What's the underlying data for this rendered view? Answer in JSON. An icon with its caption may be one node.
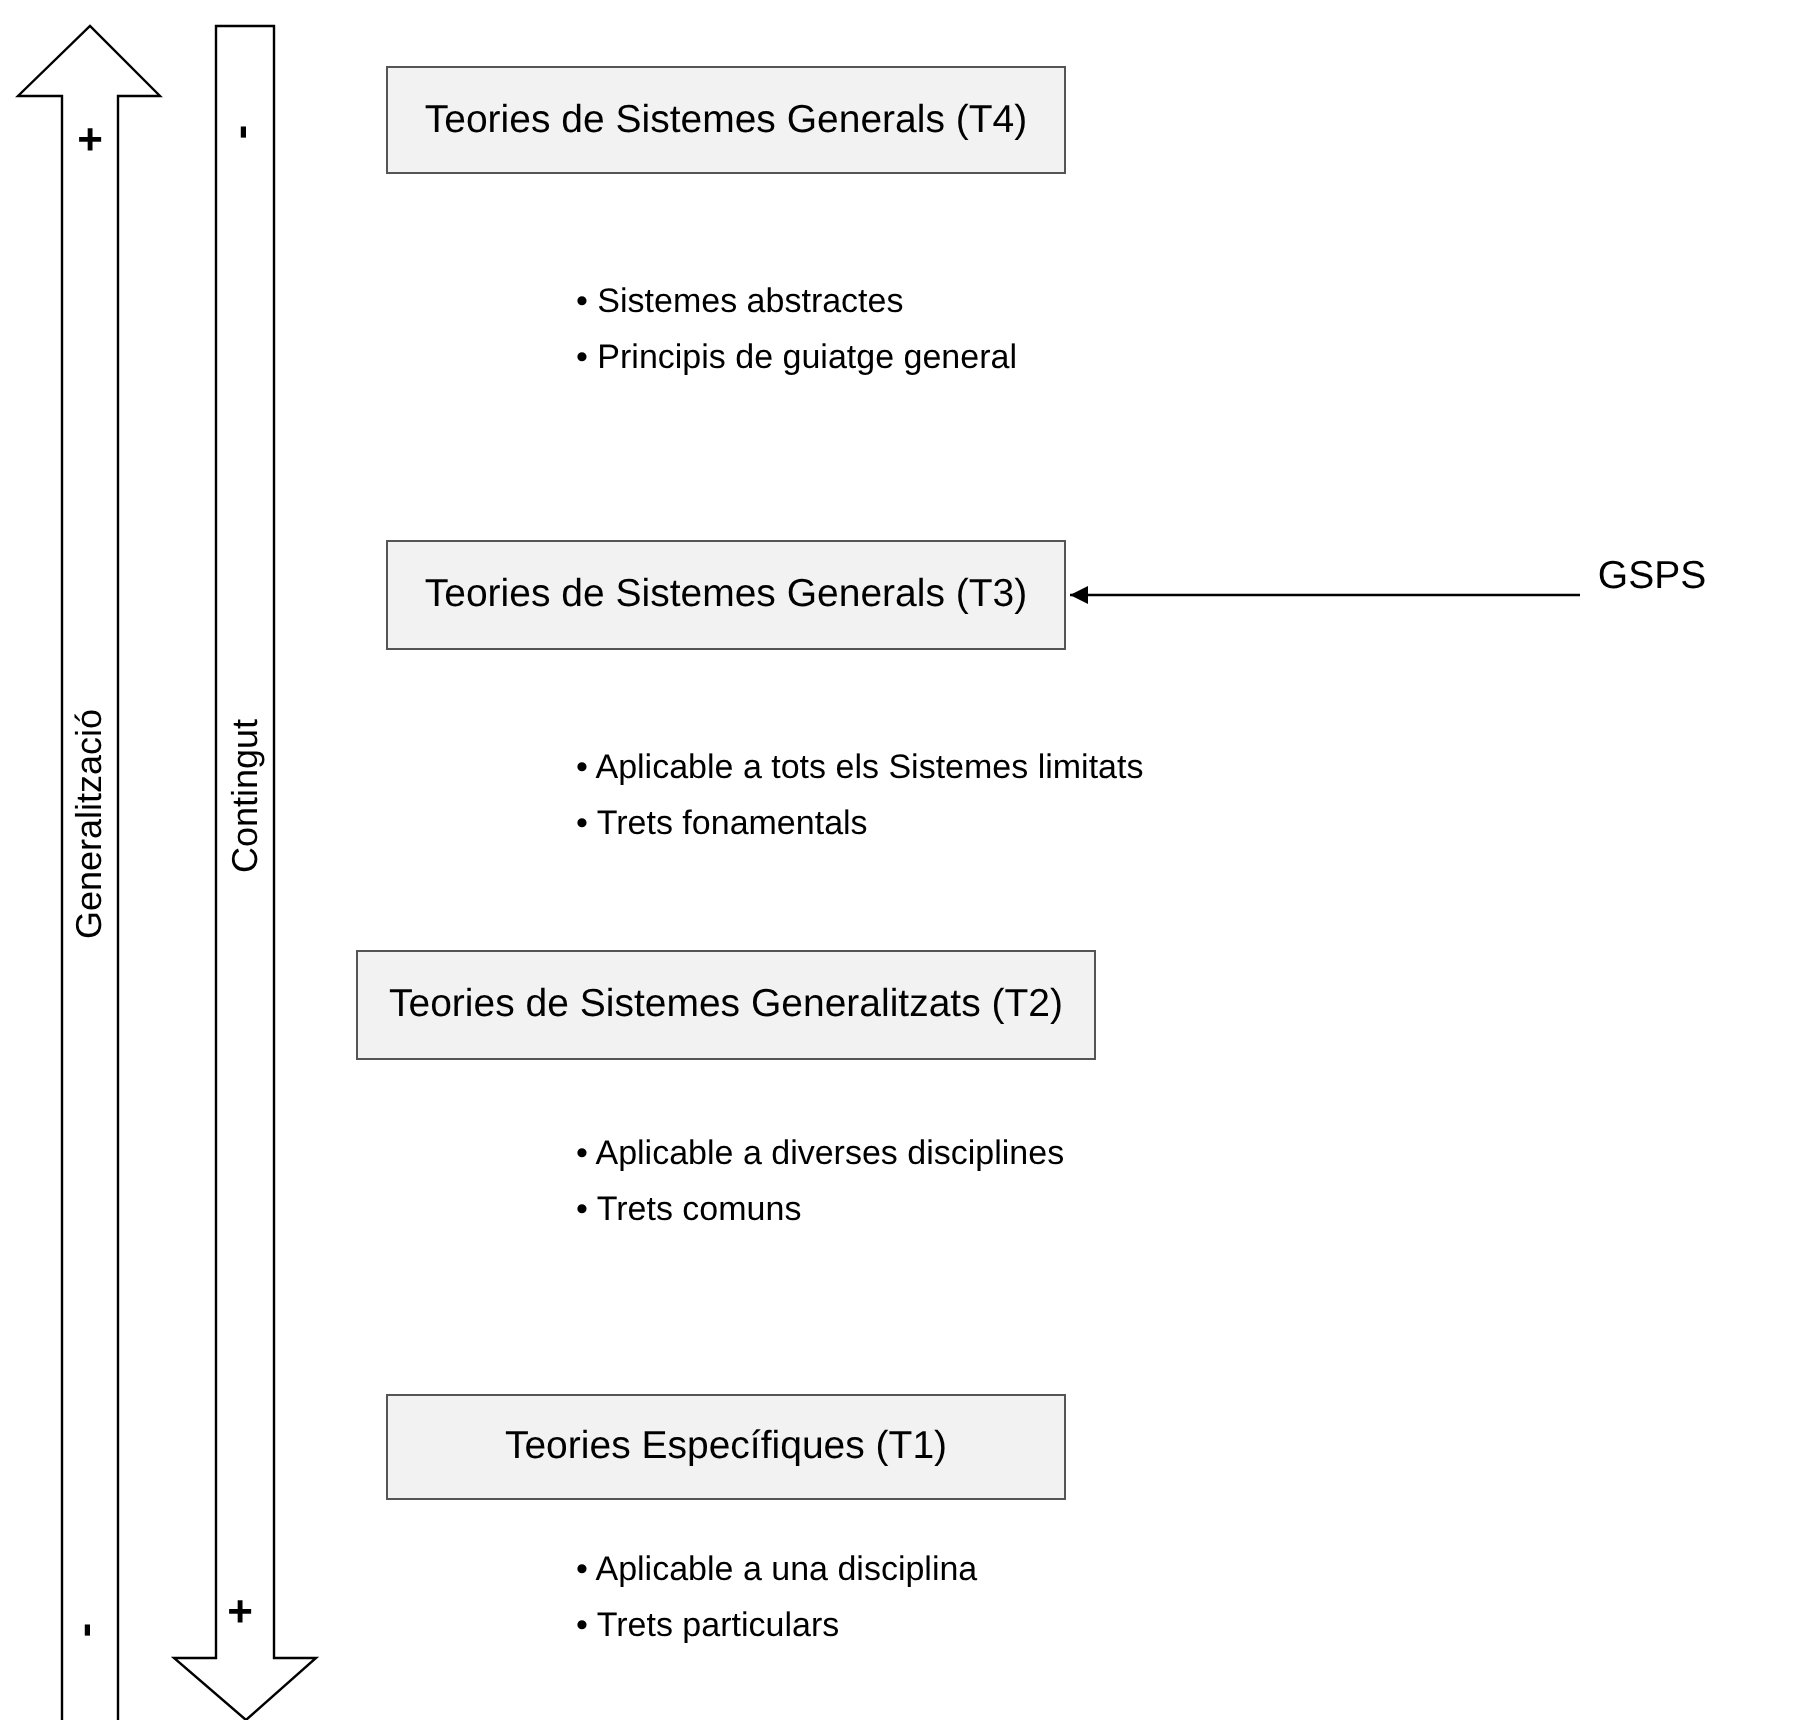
{
  "diagram": {
    "nodes": [
      {
        "text": [
          "Teories de Sistemes Generals (T4)"
        ],
        "beside": [
          "• Sistemes abstractes",
          "• Principis de guiatge general"
        ]
      },
      {
        "text": [
          "Teories de Sistemes Generals (T3)"
        ],
        "beside": [
          "• Aplicable a tots els Sistemes limitats",
          "• Trets fonamentals"
        ]
      },
      {
        "text": [
          "Teories de Sistemes Generalitzats (T2)"
        ],
        "beside": [
          "• Aplicable a diverses disciplines",
          "• Trets comuns"
        ]
      },
      {
        "text": [
          "Teories Específiques (T1)"
        ],
        "beside": [
          "• Aplicable a una disciplina",
          "• Trets particulars"
        ]
      },
      {
        "text": [
          "GSPS"
        ]
      }
    ],
    "edges": [
      {
        "from": 4,
        "to": 1,
        "arrow": "to"
      }
    ],
    "labels": [
      "+",
      "Generalització",
      "-",
      "-",
      "Contingut",
      "+"
    ]
  }
}
